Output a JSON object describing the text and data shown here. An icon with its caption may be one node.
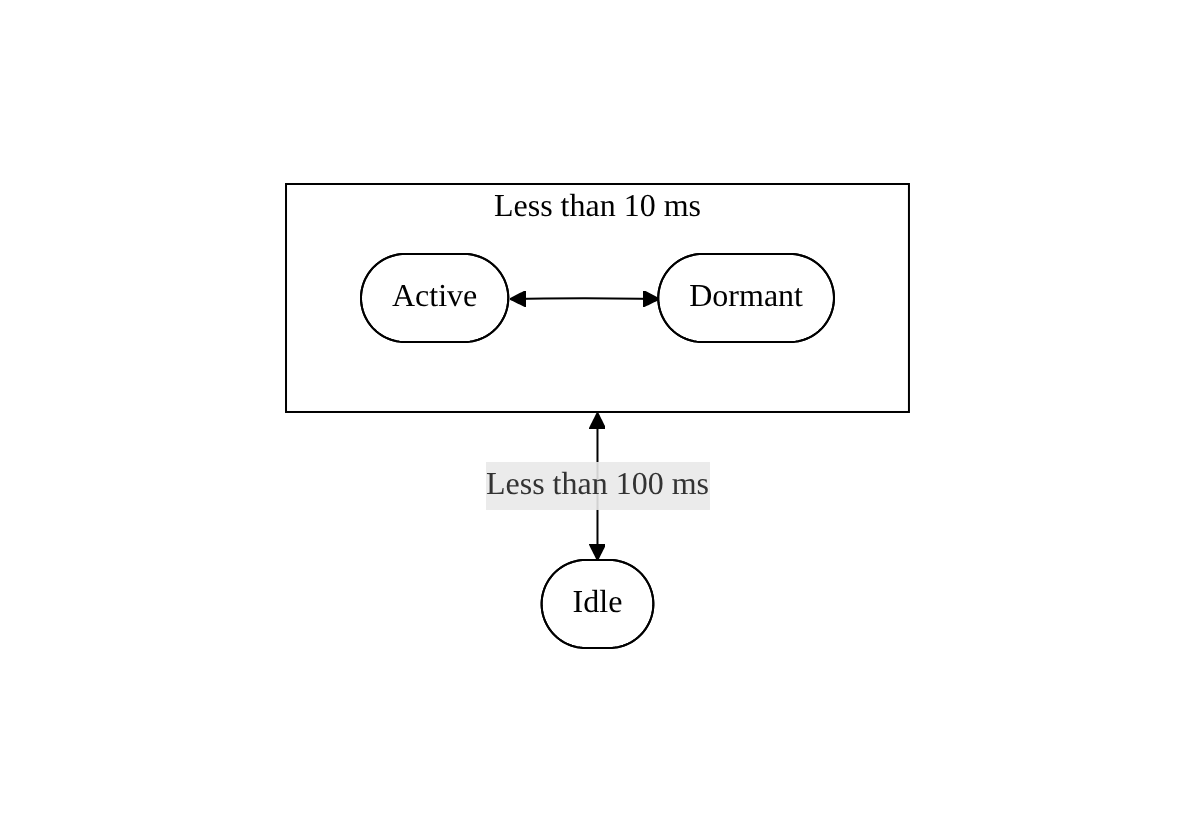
{
  "diagram": {
    "nodes": [
      {
        "text": [
          "Less than 10 ms"
        ]
      },
      {
        "text": [
          "Active"
        ],
        "in": 0
      },
      {
        "text": [
          "Dormant"
        ],
        "in": 0
      },
      {
        "text": [
          "Idle"
        ]
      }
    ],
    "edges": [
      {
        "from": 1,
        "to": 2,
        "arrow": "both"
      },
      {
        "from": 0,
        "to": 3,
        "arrow": "both",
        "label": "Less than 100 ms"
      }
    ]
  }
}
